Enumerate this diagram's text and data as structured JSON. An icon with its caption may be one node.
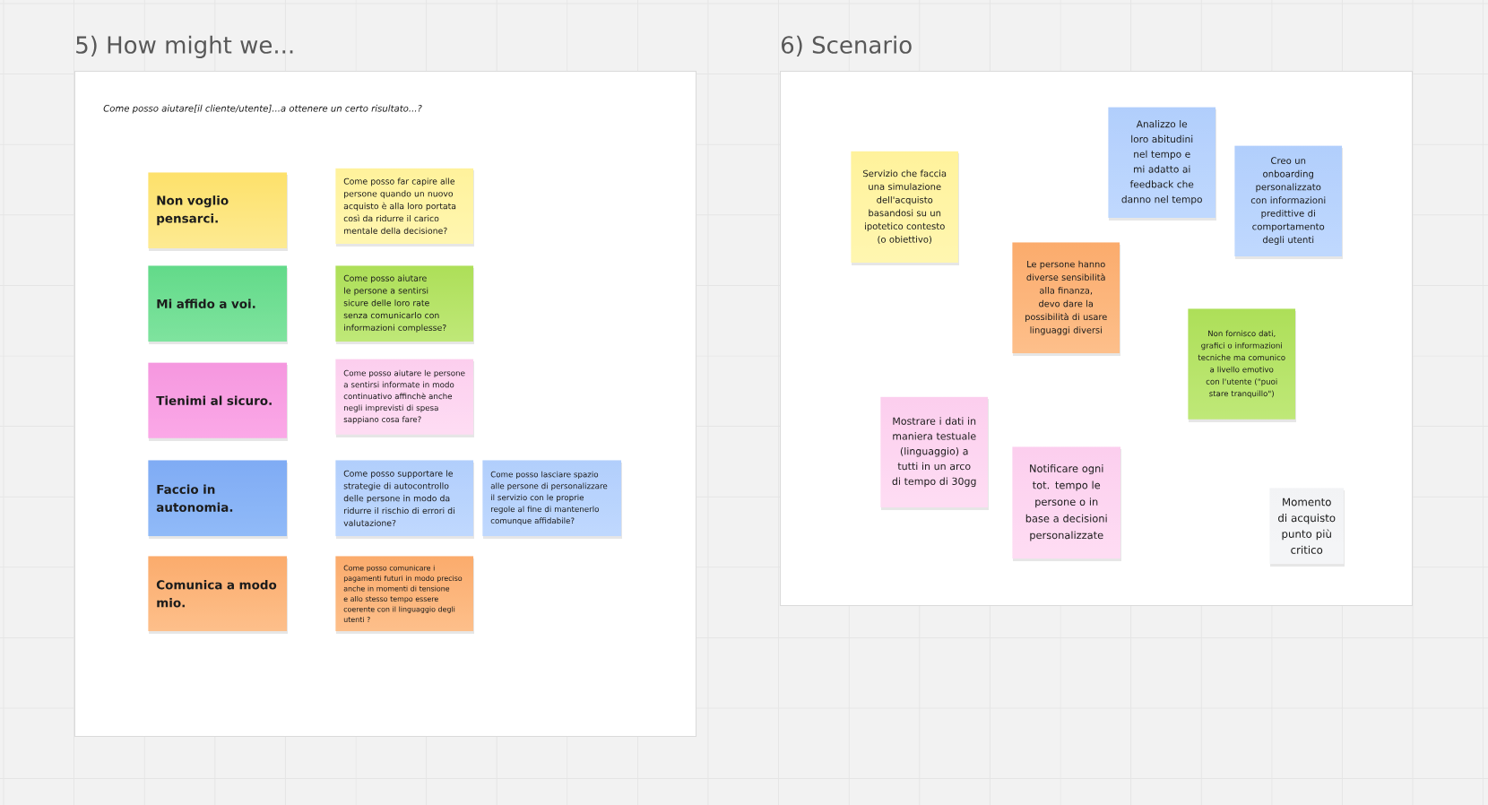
{
  "diagram": {
    "nodes": [
      {
        "text": [
          "5) How might we...",
          "Come posso aiutare[il cliente/utente]...a ottenere un certo risultato...?"
        ]
      },
      {
        "text": [
          "Non voglio pensarci."
        ],
        "in": 0
      },
      {
        "text": [
          "Come posso far capire alle persone quando un nuovo acquisto è alla loro portata così da ridurre il carico mentale della decisione?"
        ],
        "in": 0
      },
      {
        "text": [
          "Mi affido a voi."
        ],
        "in": 0
      },
      {
        "text": [
          "Come posso aiutare le persone a sentirsi sicure delle loro rate senza comunicarlo con informazioni complesse?"
        ],
        "in": 0
      },
      {
        "text": [
          "Tienimi al sicuro."
        ],
        "in": 0
      },
      {
        "text": [
          "Come posso aiutare le persone a sentirsi informate in modo continuativo affinchè anche negli imprevisti di spesa sappiano cosa fare?"
        ],
        "in": 0
      },
      {
        "text": [
          "Faccio in autonomia."
        ],
        "in": 0
      },
      {
        "text": [
          "Come posso supportare le strategie di autocontrollo delle persone in modo da ridurre il rischio di errori di valutazione?"
        ],
        "in": 0
      },
      {
        "text": [
          "Come posso lasciare spazio alle persone di personalizzare il servizio con le proprie regole al fine di mantenerlo comunque affidabile?"
        ],
        "in": 0
      },
      {
        "text": [
          "Comunica a modo mio."
        ],
        "in": 0
      },
      {
        "text": [
          "Come posso comunicare i pagamenti futuri in modo preciso anche in momenti di tensione e allo stesso tempo essere coerente con il linguaggio degli utenti ?"
        ],
        "in": 0
      },
      {
        "text": [
          "6) Scenario"
        ]
      },
      {
        "text": [
          "Analizzo le loro abitudini nel tempo e mi adatto ai feedback che danno nel tempo"
        ],
        "in": 12
      },
      {
        "text": [
          "Creo un onboarding personalizzato con informazioni predittive di comportamento degli utenti"
        ],
        "in": 12
      },
      {
        "text": [
          "Servizio che faccia una simulazione dell'acquisto basandosi su un ipotetico contesto (o obiettivo)"
        ],
        "in": 12
      },
      {
        "text": [
          "Le persone hanno diverse sensibilità alla finanza, devo dare la possibilità di usare linguaggi diversi"
        ],
        "in": 12
      },
      {
        "text": [
          "Non fornisco dati, grafici o informazioni tecniche ma comunico a livello emotivo con l'utente (\"puoi stare tranquillo\")"
        ],
        "in": 12
      },
      {
        "text": [
          "Mostrare i dati in maniera testuale (linguaggio) a tutti in un arco di tempo di 30gg"
        ],
        "in": 12
      },
      {
        "text": [
          "Notificare ogni tot. tempo le persone o in base a decisioni personalizzate"
        ],
        "in": 12
      },
      {
        "text": [
          "Momento di acquisto punto più critico"
        ],
        "in": 12
      }
    ]
  }
}
